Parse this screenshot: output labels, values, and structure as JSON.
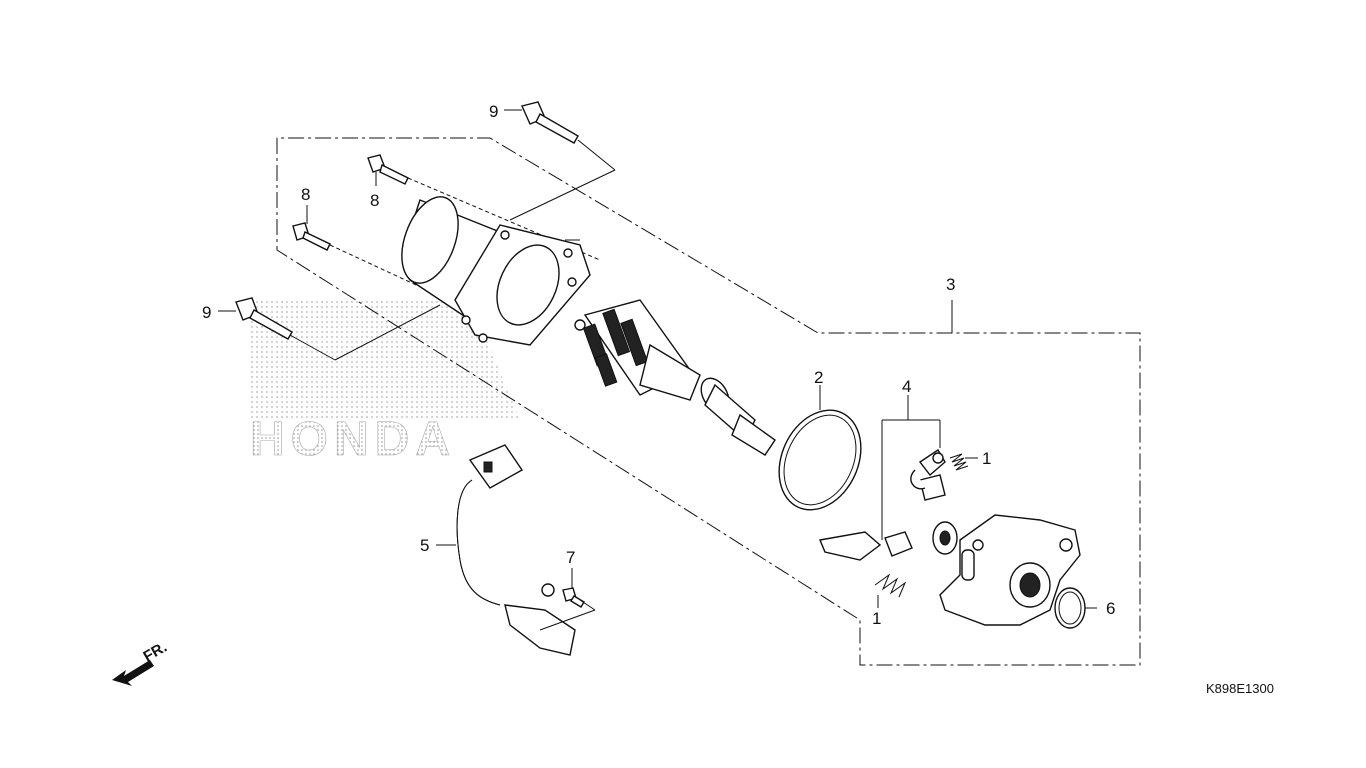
{
  "diagram_code": "K898E1300",
  "direction_label": "FR.",
  "watermark_text": "HONDA",
  "callouts": {
    "c1_top": "1",
    "c1_bottom": "1",
    "c2": "2",
    "c3": "3",
    "c4": "4",
    "c5": "5",
    "c6": "6",
    "c7": "7",
    "c8_top": "8",
    "c8_left": "8",
    "c9_top": "9",
    "c9_left": "9"
  },
  "parts": [
    {
      "ref": "1",
      "name": "spring-icon"
    },
    {
      "ref": "2",
      "name": "o-ring-icon"
    },
    {
      "ref": "3",
      "name": "starter-motor-assembly-icon"
    },
    {
      "ref": "4",
      "name": "brush-set-icon"
    },
    {
      "ref": "5",
      "name": "cable-harness-icon"
    },
    {
      "ref": "6",
      "name": "seal-ring-icon"
    },
    {
      "ref": "7",
      "name": "screw-icon"
    },
    {
      "ref": "8",
      "name": "bolt-icon"
    },
    {
      "ref": "9",
      "name": "flange-bolt-icon"
    }
  ]
}
